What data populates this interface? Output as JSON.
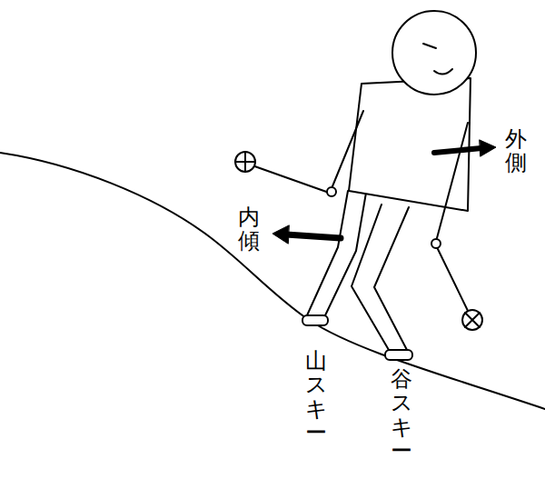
{
  "diagram": {
    "labels": [
      "外側",
      "内傾",
      "山スキー",
      "谷スキー"
    ]
  }
}
